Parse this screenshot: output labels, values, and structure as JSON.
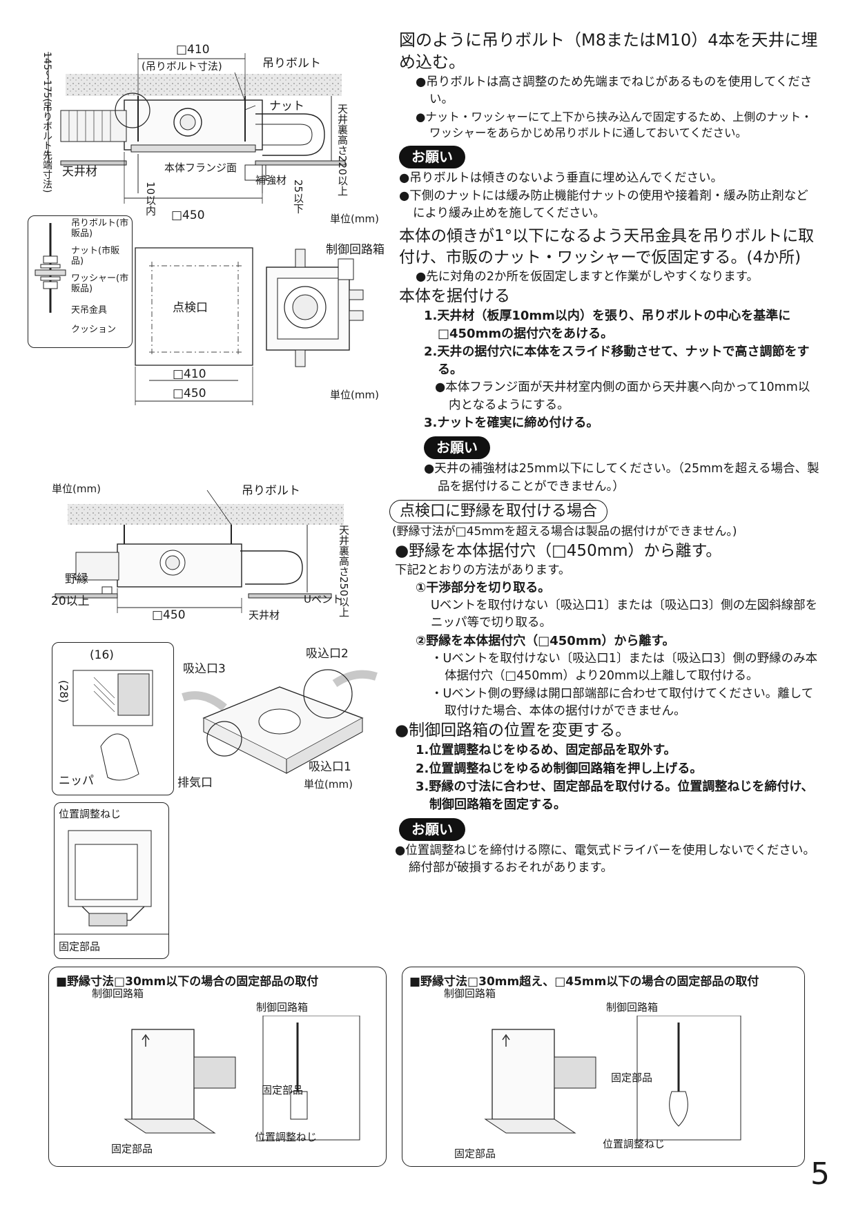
{
  "fig1": {
    "dim_410": "□410",
    "bolt_dim": "(吊りボルト寸法)",
    "bolt": "吊りボルト",
    "nut": "ナット",
    "ceiling_height": "天井裏高さ220以上",
    "vertical_dim": "145～175(吊りボルト先端寸法)",
    "ceiling_material": "天井材",
    "flange": "本体フランジ面",
    "within10": "10以内",
    "reinforce": "補強材",
    "within25": "25以下",
    "dim_450": "□450",
    "unit": "単位(mm)",
    "detail_items": [
      "吊りボルト(市販品)",
      "ナット(市販品)",
      "ワッシャー(市販品)",
      "天吊金具",
      "クッション"
    ]
  },
  "fig2": {
    "control_box": "制御回路箱",
    "inspection": "点検口",
    "dim_410": "□410",
    "dim_450": "□450",
    "unit": "単位(mm)"
  },
  "fig3": {
    "unit": "単位(mm)",
    "bolt": "吊りボルト",
    "height": "天井裏高さ250以上",
    "frame": "野縁",
    "over20": "20以上",
    "dim_450": "□450",
    "ceiling": "天井材",
    "ubent": "Uベント"
  },
  "fig4": {
    "dim16": "(16)",
    "dim28": "(28)",
    "nipper": "ニッパ",
    "inlet3": "吸込口3",
    "inlet2": "吸込口2",
    "inlet1": "吸込口1",
    "exhaust": "排気口",
    "unit": "単位(mm)"
  },
  "fig5": {
    "adjust_screw": "位置調整ねじ",
    "fixing": "固定部品"
  },
  "box_left": {
    "title": "■野縁寸法□30mm以下の場合の固定部品の取付",
    "control_box": "制御回路箱",
    "control_box2": "制御回路箱",
    "fixing": "固定部品",
    "fixing2": "固定部品",
    "screw": "位置調整ねじ"
  },
  "box_right": {
    "title": "■野縁寸法□30mm超え、□45mm以下の場合の固定部品の取付",
    "control_box": "制御回路箱",
    "control_box2": "制御回路箱",
    "fixing": "固定部品",
    "fixing2": "固定部品",
    "screw": "位置調整ねじ"
  },
  "text": {
    "h1": "図のように吊りボルト（M8またはM10）4本を天井に埋め込む。",
    "b1": "●吊りボルトは高さ調整のため先端までねじがあるものを使用してください。",
    "b2": "●ナット・ワッシャーにて上下から挟み込んで固定するため、上側のナット・ワッシャーをあらかじめ吊りボルトに通しておいてください。",
    "onegai": "お願い",
    "o1": "●吊りボルトは傾きのないよう垂直に埋め込んでください。",
    "o2": "●下側のナットには緩み防止機能付ナットの使用や接着剤・緩み防止剤などにより緩み止めを施してください。",
    "h2": "本体の傾きが1°以下になるよう天吊金具を吊りボルトに取付け、市販のナット・ワッシャーで仮固定する。(4か所)",
    "b3": "●先に対角の2か所を仮固定しますと作業がしやすくなります。",
    "h3": "本体を据付ける",
    "s1": "1.天井材（板厚10mm以内）を張り、吊りボルトの中心を基準に□450mmの据付穴をあける。",
    "s2": "2.天井の据付穴に本体をスライド移動させて、ナットで高さ調節をする。",
    "s2b": "●本体フランジ面が天井材室内側の面から天井裏へ向かって10mm以内となるようにする。",
    "s3": "3.ナットを確実に締め付ける。",
    "o3": "●天井の補強材は25mm以下にしてください。（25mmを超える場合、製品を据付けることができません。）",
    "tag": "点検口に野縁を取付ける場合",
    "tagnote": "(野縁寸法が□45mmを超える場合は製品の据付けができません。)",
    "h4": "●野縁を本体据付穴（□450mm）から離す。",
    "h4note": "下記2とおりの方法があります。",
    "m1": "①干渉部分を切り取る。",
    "m1b": "Uベントを取付けない〔吸込口1〕または〔吸込口3〕側の左図斜線部をニッパ等で切り取る。",
    "m2": "②野縁を本体据付穴（□450mm）から離す。",
    "m2a": "・Uベントを取付けない〔吸込口1〕または〔吸込口3〕側の野縁のみ本体据付穴（□450mm）より20mm以上離して取付ける。",
    "m2b": "・Uベント側の野縁は開口部端部に合わせて取付けてください。離して取付けた場合、本体の据付けができません。",
    "h5": "●制御回路箱の位置を変更する。",
    "c1": "1.位置調整ねじをゆるめ、固定部品を取外す。",
    "c2": "2.位置調整ねじをゆるめ制御回路箱を押し上げる。",
    "c3": "3.野縁の寸法に合わせ、固定部品を取付ける。位置調整ねじを締付け、制御回路箱を固定する。",
    "onegai2": "お願い",
    "onegai3": "お願い",
    "o4": "●位置調整ねじを締付ける際に、電気式ドライバーを使用しないでください。締付部が破損するおそれがあります。"
  },
  "page_number": "5"
}
